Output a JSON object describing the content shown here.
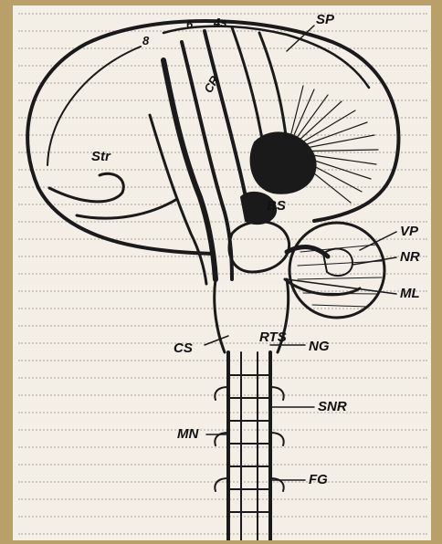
{
  "labels": {
    "sp": "SP",
    "cr": "CR",
    "n8": "8",
    "n6": "6",
    "n4s": "4s",
    "str": "Str",
    "bs": "BS",
    "vp": "VP",
    "nr": "NR",
    "ml": "ML",
    "cs": "CS",
    "rts": "RTS",
    "ng": "NG",
    "snr": "SNR",
    "mn": "MN",
    "fg": "FG"
  },
  "colors": {
    "frame": "#b8a068",
    "paper": "#f3efe6",
    "ink": "#1a1a1a"
  }
}
